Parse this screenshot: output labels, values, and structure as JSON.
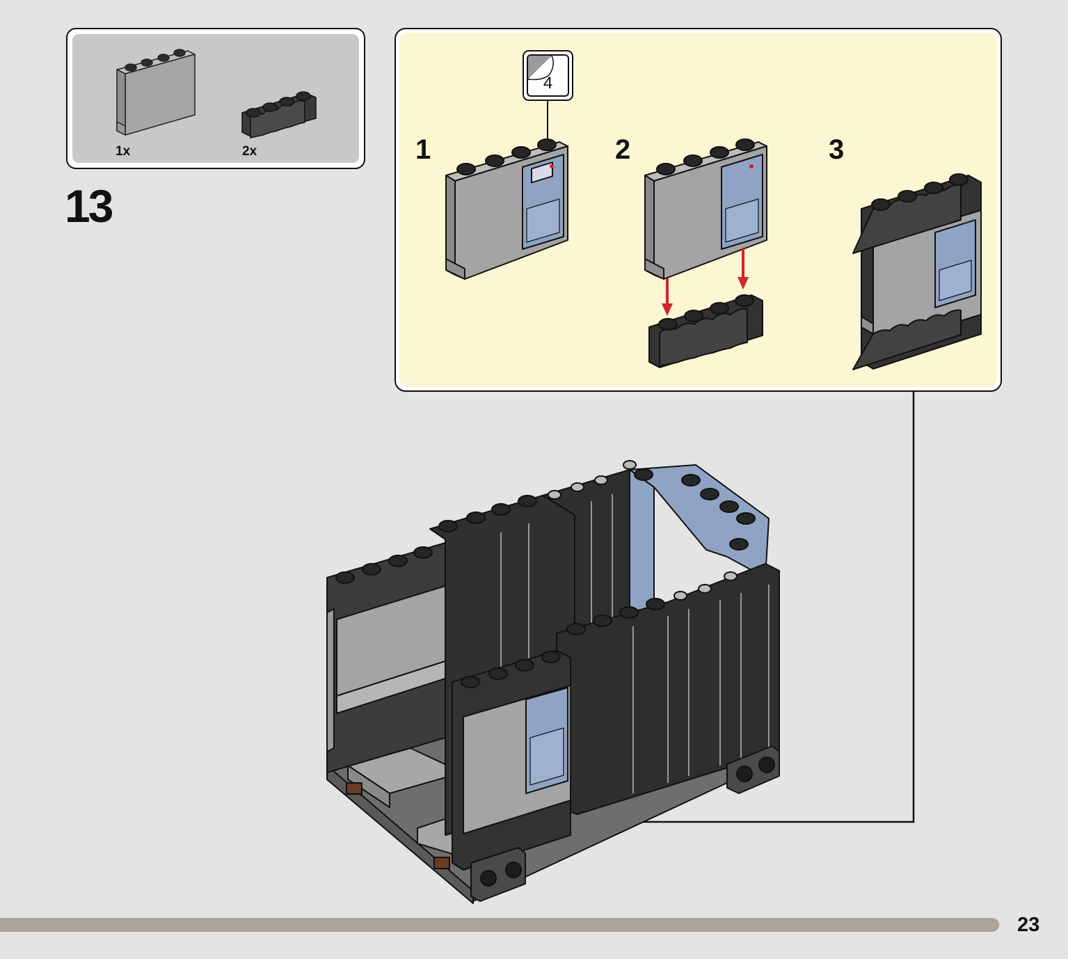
{
  "parts_list": {
    "items": [
      {
        "name": "panel",
        "quantity": "1x"
      },
      {
        "name": "round-brick-1x4",
        "quantity": "2x"
      }
    ]
  },
  "step": {
    "number": "13"
  },
  "sub_assembly": {
    "steps": [
      {
        "label": "1"
      },
      {
        "label": "2"
      },
      {
        "label": "3"
      }
    ],
    "sticker": {
      "number": "4"
    }
  },
  "footer": {
    "page_number": "23"
  },
  "colors": {
    "page_bg": "#e4e4e4",
    "parts_bg": "#c8c8c8",
    "subassembly_bg": "#fdf6d2",
    "light_gray_brick": "#a9a9a9",
    "dark_gray_brick": "#3a3a3a",
    "sand_blue_panel": "#8fa4c4",
    "arrow_red": "#d0262c",
    "footer_bar": "#aaa59d"
  }
}
